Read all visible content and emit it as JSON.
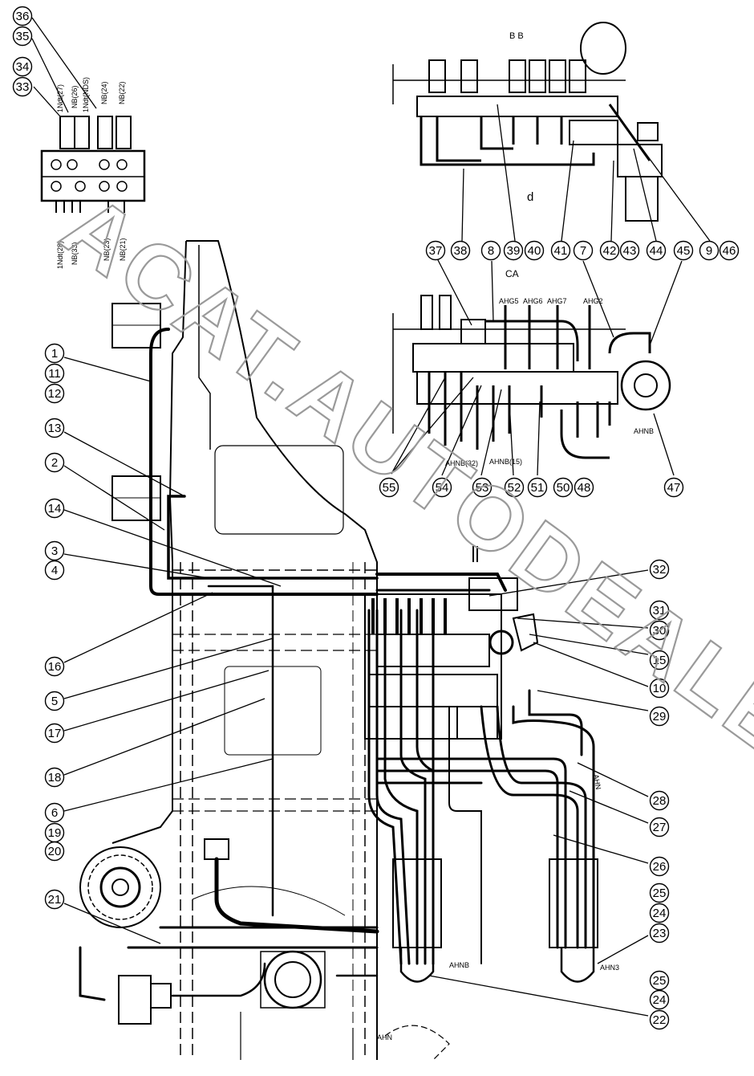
{
  "view_labels": {
    "top_view": "d",
    "middle_view": "CA",
    "top_small": "B B"
  },
  "watermark": "ACAT.AUTODEALER.RU",
  "small_labels": {
    "a1": "1Ndt(27)",
    "a2": "NB(26)",
    "a3": "1Ndt(NDS)",
    "a4": "NB(24)",
    "a5": "NB(22)",
    "b1": "1Ndt(28)",
    "b2": "NB(33)",
    "b3": "NB(23)",
    "b4": "NB(21)",
    "c1": "AHG5",
    "c2": "AHG6",
    "c3": "AHG7",
    "c4": "AHG2",
    "c5": "AHNB(32)",
    "c6": "AHNB(15)",
    "c7": "AHNB",
    "d1": "AHNB",
    "d2": "AHN3",
    "d3": "AHN",
    "d4": "AHN"
  },
  "callouts": [
    {
      "id": "c36",
      "label": "36"
    },
    {
      "id": "c35",
      "label": "35"
    },
    {
      "id": "c34",
      "label": "34"
    },
    {
      "id": "c33",
      "label": "33"
    },
    {
      "id": "c37",
      "label": "37"
    },
    {
      "id": "c38",
      "label": "38"
    },
    {
      "id": "c39",
      "label": "39"
    },
    {
      "id": "c40",
      "label": "40"
    },
    {
      "id": "c41",
      "label": "41"
    },
    {
      "id": "c42",
      "label": "42"
    },
    {
      "id": "c43",
      "label": "43"
    },
    {
      "id": "c44",
      "label": "44"
    },
    {
      "id": "c9",
      "label": "9"
    },
    {
      "id": "c46",
      "label": "46"
    },
    {
      "id": "c37b",
      "label": "37"
    },
    {
      "id": "c8",
      "label": "8"
    },
    {
      "id": "c7",
      "label": "7"
    },
    {
      "id": "c45",
      "label": "45"
    },
    {
      "id": "c55",
      "label": "55"
    },
    {
      "id": "c54",
      "label": "54"
    },
    {
      "id": "c53",
      "label": "53"
    },
    {
      "id": "c52",
      "label": "52"
    },
    {
      "id": "c51",
      "label": "51"
    },
    {
      "id": "c50",
      "label": "50"
    },
    {
      "id": "c48",
      "label": "48"
    },
    {
      "id": "c47",
      "label": "47"
    },
    {
      "id": "c1",
      "label": "1"
    },
    {
      "id": "c11",
      "label": "11"
    },
    {
      "id": "c12",
      "label": "12"
    },
    {
      "id": "c13",
      "label": "13"
    },
    {
      "id": "c2",
      "label": "2"
    },
    {
      "id": "c14",
      "label": "14"
    },
    {
      "id": "c3",
      "label": "3"
    },
    {
      "id": "c4",
      "label": "4"
    },
    {
      "id": "c16",
      "label": "16"
    },
    {
      "id": "c5",
      "label": "5"
    },
    {
      "id": "c17",
      "label": "17"
    },
    {
      "id": "c18",
      "label": "18"
    },
    {
      "id": "c6",
      "label": "6"
    },
    {
      "id": "c19",
      "label": "19"
    },
    {
      "id": "c20",
      "label": "20"
    },
    {
      "id": "c21",
      "label": "21"
    },
    {
      "id": "c32",
      "label": "32"
    },
    {
      "id": "c31",
      "label": "31"
    },
    {
      "id": "c30",
      "label": "30"
    },
    {
      "id": "c15",
      "label": "15"
    },
    {
      "id": "c10",
      "label": "10"
    },
    {
      "id": "c29",
      "label": "29"
    },
    {
      "id": "c28",
      "label": "28"
    },
    {
      "id": "c27",
      "label": "27"
    },
    {
      "id": "c26",
      "label": "26"
    },
    {
      "id": "c25",
      "label": "25"
    },
    {
      "id": "c24",
      "label": "24"
    },
    {
      "id": "c23",
      "label": "23"
    },
    {
      "id": "c25b",
      "label": "25"
    },
    {
      "id": "c24b",
      "label": "24"
    },
    {
      "id": "c22",
      "label": "22"
    }
  ]
}
